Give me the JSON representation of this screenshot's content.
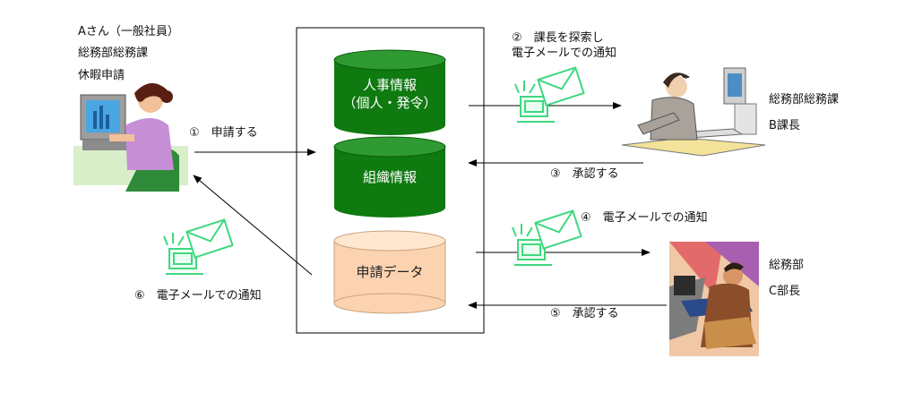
{
  "applicant": {
    "line1": "Aさん（一般社員）",
    "line2": "総務部総務課",
    "line3": "休暇申請"
  },
  "manager_b": {
    "dept": "総務部総務課",
    "name": "B課長"
  },
  "manager_c": {
    "dept": "総務部",
    "name": "C部長"
  },
  "databases": {
    "hr_line1": "人事情報",
    "hr_line2": "（個人・発令）",
    "org": "組織情報",
    "app": "申請データ"
  },
  "steps": {
    "s1": "①　申請する",
    "s2_line1": "②　課長を探索し",
    "s2_line2": "電子メールでの通知",
    "s3": "③　承認する",
    "s4": "④　電子メールでの通知",
    "s5": "⑤　承認する",
    "s6": "⑥　電子メールでの通知"
  },
  "colors": {
    "db_green": "#0e7a10",
    "db_green_top": "#39a83c",
    "db_peach": "#fcd3b0",
    "db_peach_top": "#ffe6cf",
    "mail_icon": "#4ee88f",
    "arrow": "#000000"
  }
}
